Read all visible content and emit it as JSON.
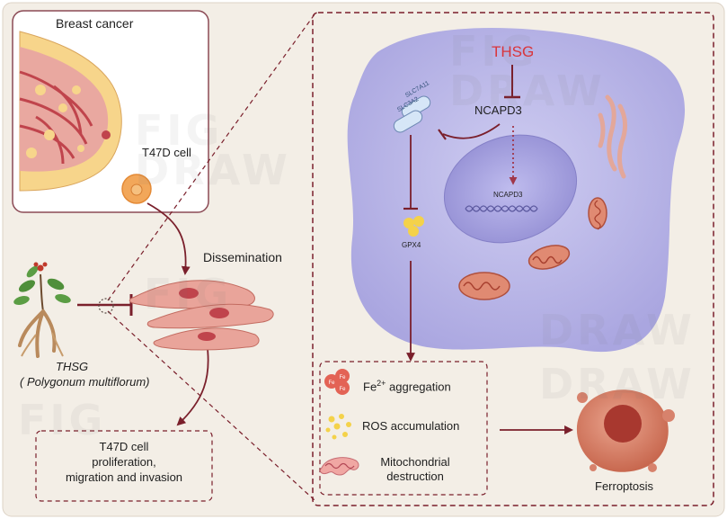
{
  "labels": {
    "breast_cancer": "Breast cancer",
    "t47d_cell": "T47D cell",
    "dissemination": "Dissemination",
    "thsg_plant_name": "THSG",
    "plant_species": "( Polygonum multiflorum)",
    "outcome_line1": "T47D cell",
    "outcome_line2": "proliferation,",
    "outcome_line3": "migration and invasion",
    "thsg_top": "THSG",
    "ncapd3": "NCAPD3",
    "ncapd3_gene": "NCAPD3",
    "slc7a11": "SLC7A11",
    "slc3a2": "SLC3A2",
    "gpx4": "GPX4",
    "fe_main": "Fe",
    "fe_sup": "2+",
    "fe_rest": " aggregation",
    "fe_icon_text": "Fe",
    "ros": "ROS accumulation",
    "mito_line1": "Mitochondrial",
    "mito_line2": "destruction",
    "ferroptosis": "Ferroptosis"
  },
  "watermarks": [
    "FIG",
    "DRAW",
    "FIG",
    "DRAW",
    "FIG",
    "DRAW",
    "FIG",
    "DRAW"
  ],
  "colors": {
    "arrow": "#7a1f2b",
    "thsg_red": "#d9353b",
    "cell_purple": "#b7b3e6",
    "nucleus": "#9f9ad9",
    "background_beige": "#f3eee6",
    "ferroptosis_cell": "#d8826c"
  }
}
